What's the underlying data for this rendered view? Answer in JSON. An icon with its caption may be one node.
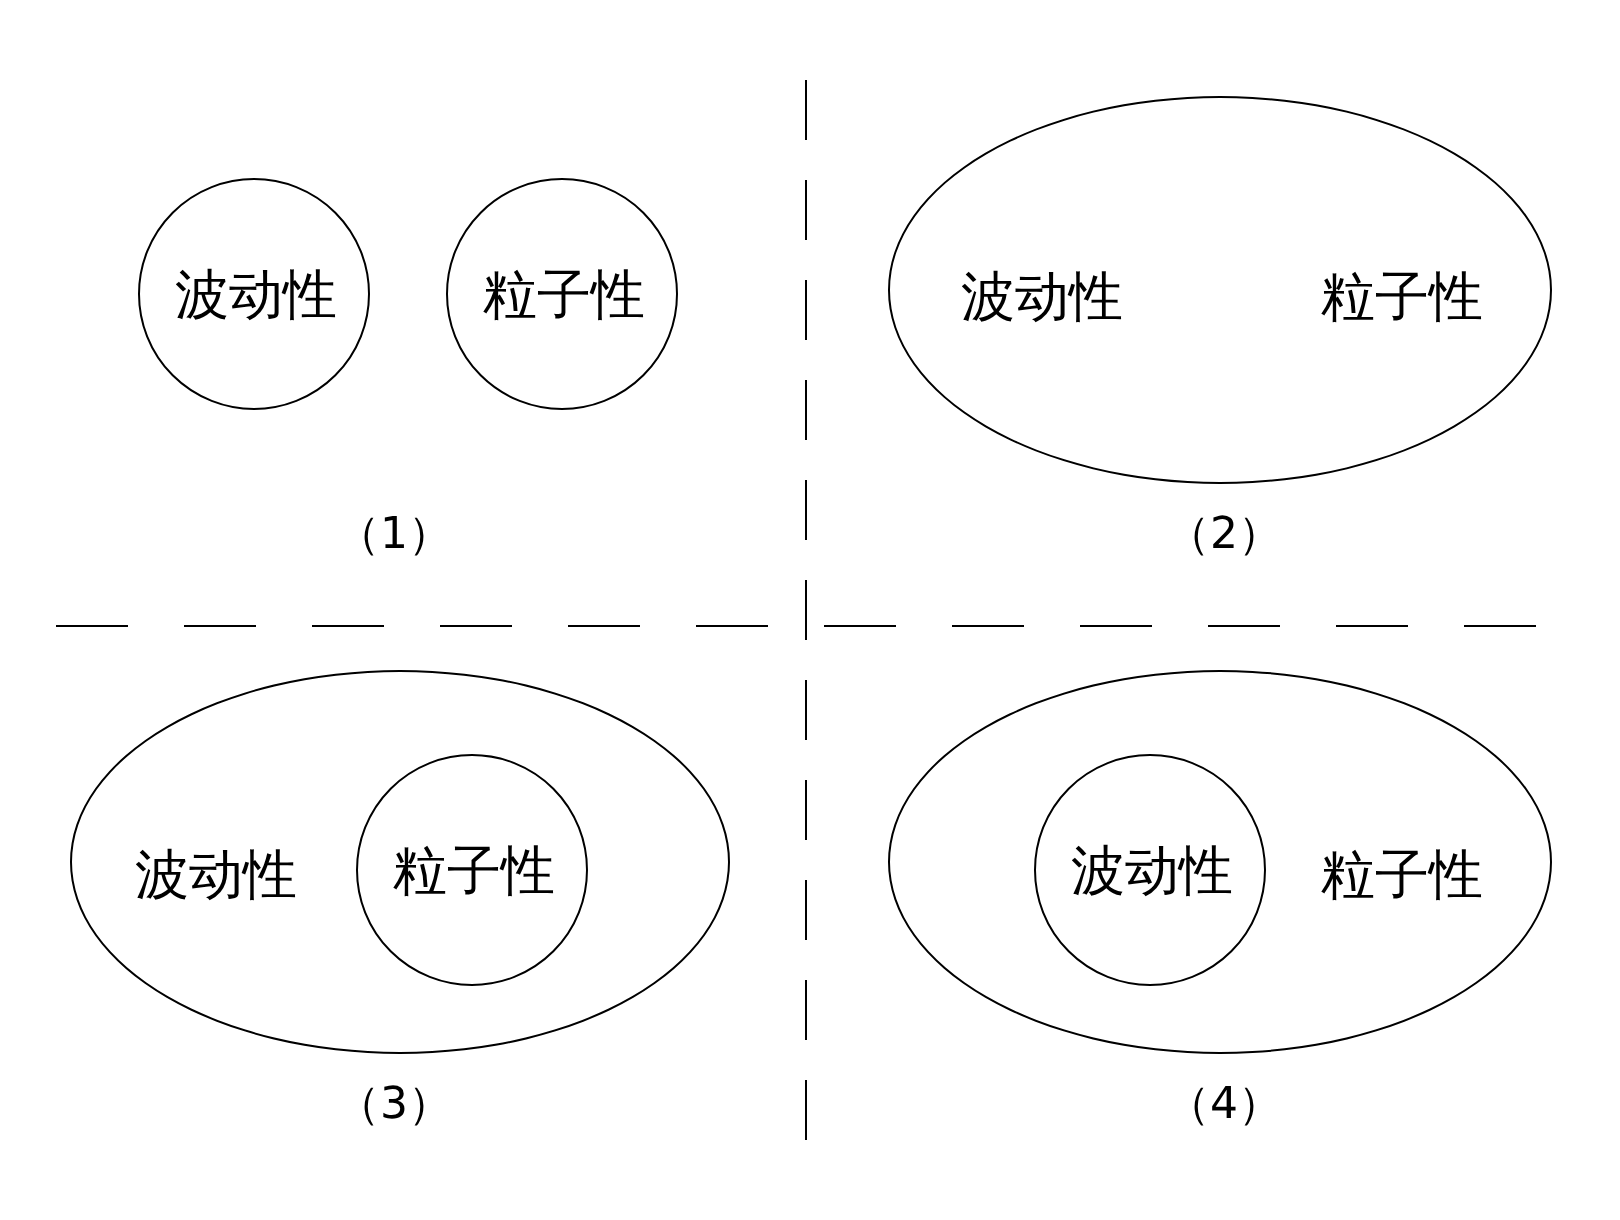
{
  "diagram": {
    "nodes": [
      {
        "text": [
          "波动性"
        ]
      },
      {
        "text": [
          "粒子性"
        ]
      },
      {
        "text": [
          "波动性",
          "粒子性"
        ]
      },
      {
        "text": [
          "波动性"
        ]
      },
      {
        "text": [
          "粒子性"
        ],
        "in": 3
      },
      {
        "text": [
          "粒子性"
        ]
      },
      {
        "text": [
          "波动性"
        ],
        "in": 5
      }
    ],
    "labels": [
      "（1）",
      "（2）",
      "（3）",
      "（4）"
    ]
  }
}
